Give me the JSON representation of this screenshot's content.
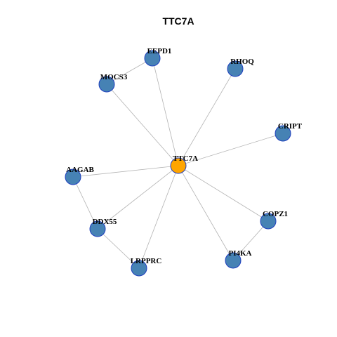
{
  "title": "TTC7A",
  "colors": {
    "hub": "#FFA500",
    "neighbor": "#4682B4",
    "node_border": "#1F3FBF",
    "edge": "#B3B3B3"
  },
  "nodes": [
    {
      "id": "TTC7A",
      "label": "TTC7A",
      "role": "hub"
    },
    {
      "id": "EEPD1",
      "label": "EEPD1",
      "role": "neighbor"
    },
    {
      "id": "RHOQ",
      "label": "RHOQ",
      "role": "neighbor"
    },
    {
      "id": "MOCS3",
      "label": "MOCS3",
      "role": "neighbor"
    },
    {
      "id": "CRIPT",
      "label": "CRIPT",
      "role": "neighbor"
    },
    {
      "id": "AAGAB",
      "label": "AAGAB",
      "role": "neighbor"
    },
    {
      "id": "DDX55",
      "label": "DDX55",
      "role": "neighbor"
    },
    {
      "id": "COPZ1",
      "label": "COPZ1",
      "role": "neighbor"
    },
    {
      "id": "LRPPRC",
      "label": "LRPPRC",
      "role": "neighbor"
    },
    {
      "id": "PI4KA",
      "label": "PI4KA",
      "role": "neighbor"
    }
  ],
  "edges": [
    [
      "TTC7A",
      "EEPD1"
    ],
    [
      "TTC7A",
      "RHOQ"
    ],
    [
      "TTC7A",
      "MOCS3"
    ],
    [
      "TTC7A",
      "CRIPT"
    ],
    [
      "TTC7A",
      "AAGAB"
    ],
    [
      "TTC7A",
      "DDX55"
    ],
    [
      "TTC7A",
      "COPZ1"
    ],
    [
      "TTC7A",
      "LRPPRC"
    ],
    [
      "TTC7A",
      "PI4KA"
    ],
    [
      "EEPD1",
      "MOCS3"
    ],
    [
      "AAGAB",
      "DDX55"
    ],
    [
      "DDX55",
      "LRPPRC"
    ],
    [
      "COPZ1",
      "PI4KA"
    ]
  ]
}
